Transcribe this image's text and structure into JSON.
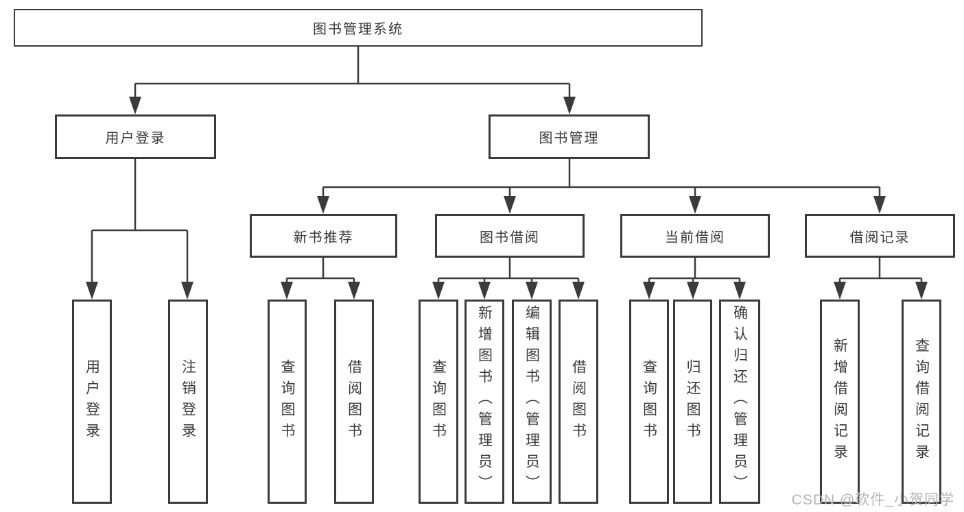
{
  "diagram": {
    "root": {
      "label": "图书管理系统"
    },
    "level2": [
      {
        "label": "用户登录"
      },
      {
        "label": "图书管理"
      }
    ],
    "level3": [
      {
        "label": "新书推荐"
      },
      {
        "label": "图书借阅"
      },
      {
        "label": "当前借阅"
      },
      {
        "label": "借阅记录"
      }
    ],
    "leaves": [
      {
        "label": "用户登录"
      },
      {
        "label": "注销登录"
      },
      {
        "label": "查询图书"
      },
      {
        "label": "借阅图书"
      },
      {
        "label": "查询图书"
      },
      {
        "label": "新增图书（管理员）"
      },
      {
        "label": "编辑图书（管理员）"
      },
      {
        "label": "借阅图书"
      },
      {
        "label": "查询图书"
      },
      {
        "label": "归还图书"
      },
      {
        "label": "确认归还（管理员）"
      },
      {
        "label": "新增借阅记录"
      },
      {
        "label": "查询借阅记录"
      }
    ]
  },
  "watermark": {
    "text": "CSDN @软件_小贺同学"
  },
  "colors": {
    "line": "#3b3b3b",
    "text": "#3a3a3a",
    "watermark": "#b3b3b3",
    "background": "#ffffff"
  }
}
